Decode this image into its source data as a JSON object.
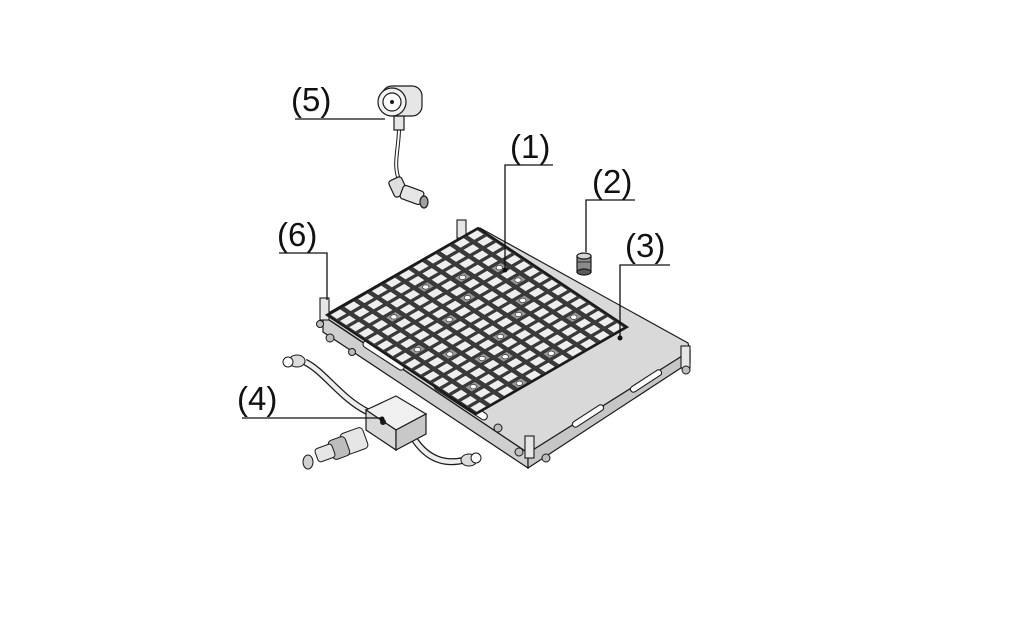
{
  "callouts": [
    {
      "id": "1",
      "label": "(1)"
    },
    {
      "id": "2",
      "label": "(2)"
    },
    {
      "id": "3",
      "label": "(3)"
    },
    {
      "id": "4",
      "label": "(4)"
    },
    {
      "id": "5",
      "label": "(5)"
    },
    {
      "id": "6",
      "label": "(6)"
    }
  ],
  "colors": {
    "line": "#111111",
    "grid_fill": "#e9e9e9",
    "grid_dark": "#3a3a3a",
    "frame": "#d9d9d9",
    "part_light": "#e6e6e6",
    "part_mid": "#bdbdbd"
  }
}
